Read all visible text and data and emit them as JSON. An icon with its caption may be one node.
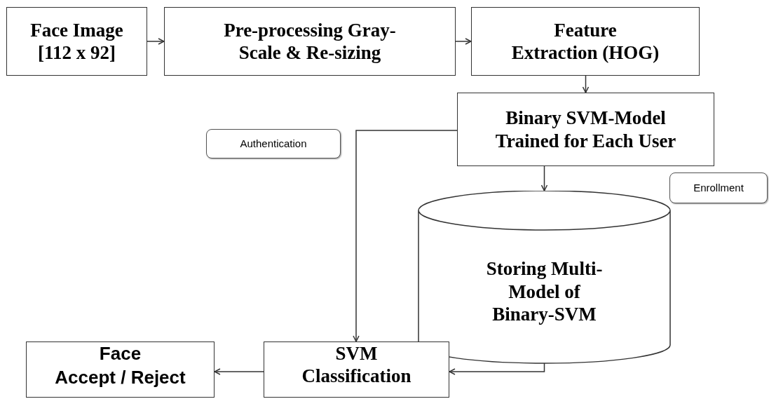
{
  "diagram": {
    "nodes": [
      {
        "text": [
          "Face Image [112 x 92]"
        ]
      },
      {
        "text": [
          "Pre-processing Gray-Scale & Re-sizing"
        ]
      },
      {
        "text": [
          "Feature Extraction (HOG)"
        ]
      },
      {
        "text": [
          "Binary SVM-Model Trained for Each User"
        ]
      },
      {
        "text": [
          "Authentication"
        ]
      },
      {
        "text": [
          "Enrollment"
        ]
      },
      {
        "text": [
          "Storing Multi-Model of Binary-SVM"
        ]
      },
      {
        "text": [
          "SVM Classification"
        ]
      },
      {
        "text": [
          "Face",
          "Accept / Reject"
        ]
      }
    ],
    "edges": [
      {
        "from": 0,
        "to": 1,
        "arrow": "to"
      },
      {
        "from": 1,
        "to": 2,
        "arrow": "to"
      },
      {
        "from": 2,
        "to": 3,
        "arrow": "to"
      },
      {
        "from": 3,
        "to": 6,
        "arrow": "to"
      },
      {
        "from": 3,
        "to": 7,
        "arrow": "to"
      },
      {
        "from": 6,
        "to": 7,
        "arrow": "to"
      },
      {
        "from": 7,
        "to": 8,
        "arrow": "to"
      }
    ]
  }
}
